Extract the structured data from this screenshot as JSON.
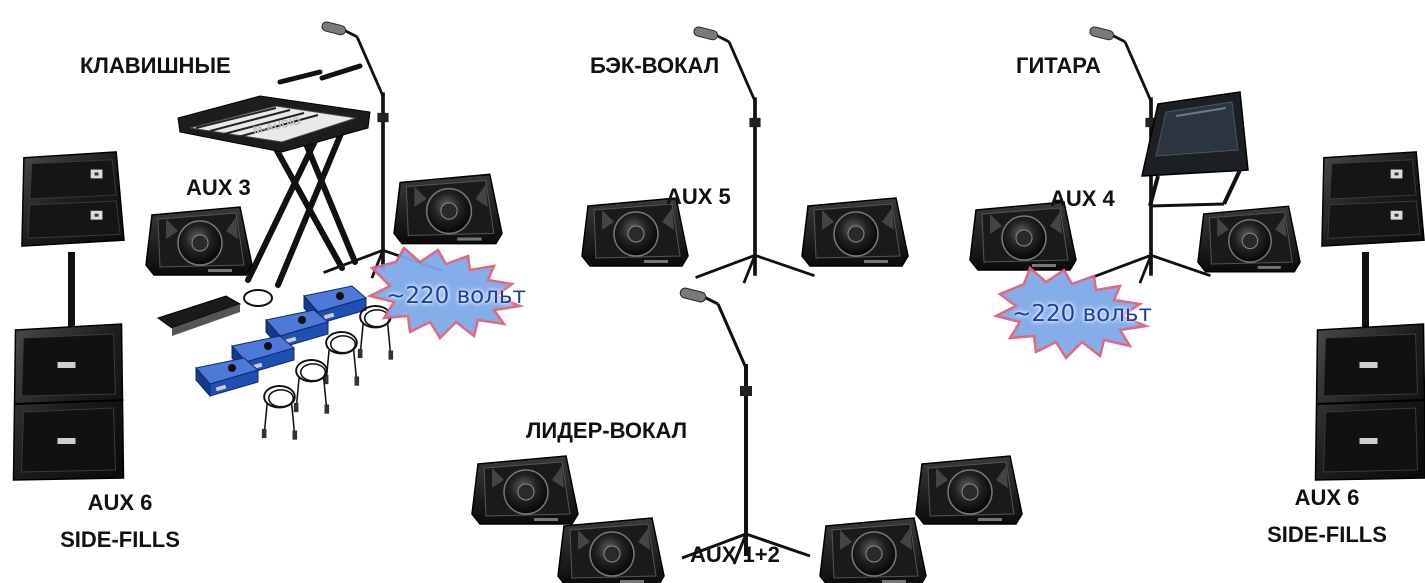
{
  "labels": {
    "keys": "КЛАВИШНЫЕ",
    "back_vocal": "БЭК-ВОКАЛ",
    "guitar": "ГИТАРА",
    "lead_vocal": "ЛИДЕР-ВОКАЛ",
    "aux3": "AUX 3",
    "aux5": "AUX 5",
    "aux4": "AUX 4",
    "aux12": "AUX 1+2",
    "aux6_left": "AUX 6",
    "sidefills_left": "SIDE-FILLS",
    "aux6_right": "AUX 6",
    "sidefills_right": "SIDE-FILLS",
    "keyboard_brand": "M-AUDIO"
  },
  "power": {
    "left": "~220 вольт",
    "right": "~220 вольт"
  },
  "colors": {
    "burst_fill": "#7fa9e8",
    "burst_stroke": "#e0607a",
    "power_text": "#1c3fa0",
    "di_box": "#1f4fb0"
  }
}
